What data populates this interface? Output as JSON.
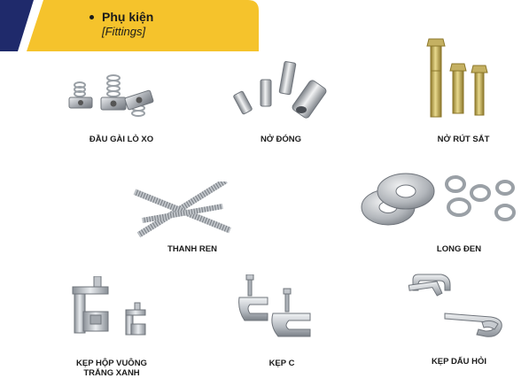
{
  "header": {
    "title": "Phụ kiện",
    "subtitle": "[Fittings]",
    "colors": {
      "navy": "#1f2a6b",
      "gold": "#f5c32c"
    }
  },
  "items": [
    {
      "id": "spring-nut",
      "label": "ĐẦU GÀI LÒ XO"
    },
    {
      "id": "drop-in-anchor",
      "label": "NỞ ĐÓNG"
    },
    {
      "id": "sleeve-anchor",
      "label": "NỞ RÚT SẮT"
    },
    {
      "id": "threaded-rod",
      "label": "THANH REN"
    },
    {
      "id": "washer",
      "label": "LONG ĐEN"
    },
    {
      "id": "box-clamp",
      "label_line1": "KẸP HỘP VUÔNG",
      "label_line2": "TRẮNG XANH"
    },
    {
      "id": "c-clamp",
      "label": "KẸP C"
    },
    {
      "id": "j-hook",
      "label": "KẸP DẤU HỎI"
    }
  ]
}
